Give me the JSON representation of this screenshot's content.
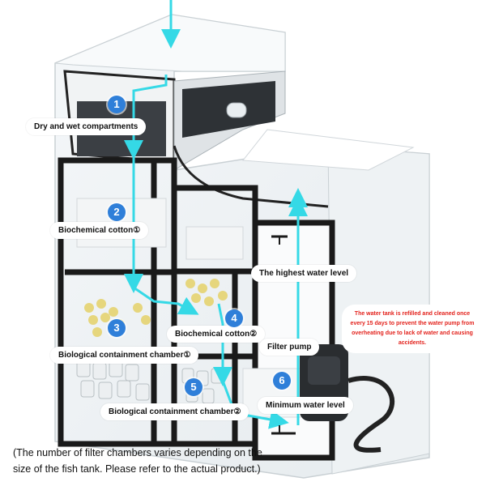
{
  "labels": {
    "dry_wet": "Dry and wet compartments",
    "biochemical_cotton_1": "Biochemical cotton①",
    "highest_water_level": "The highest water level",
    "biochemical_cotton_2": "Biochemical cotton②",
    "filter_pump": "Filter pump",
    "bio_chamber_1": "Biological containment chamber①",
    "minimum_water_level": "Minimum water level",
    "bio_chamber_2": "Biological containment chamber②"
  },
  "steps": [
    "1",
    "2",
    "3",
    "4",
    "5",
    "6"
  ],
  "warning_note": "The water tank is refilled and cleaned once every 15 days to prevent the water pump from overheating due to lack of water and causing accidents.",
  "footer": {
    "line1": "(The number of filter chambers varies depending on the",
    "line2": "size of the fish tank. Please refer to the actual product.)"
  },
  "colors": {
    "flow": "#35d9e6",
    "badge": "#2f7fd9",
    "frame": "#1a1a1a",
    "warning": "#e3221c"
  }
}
